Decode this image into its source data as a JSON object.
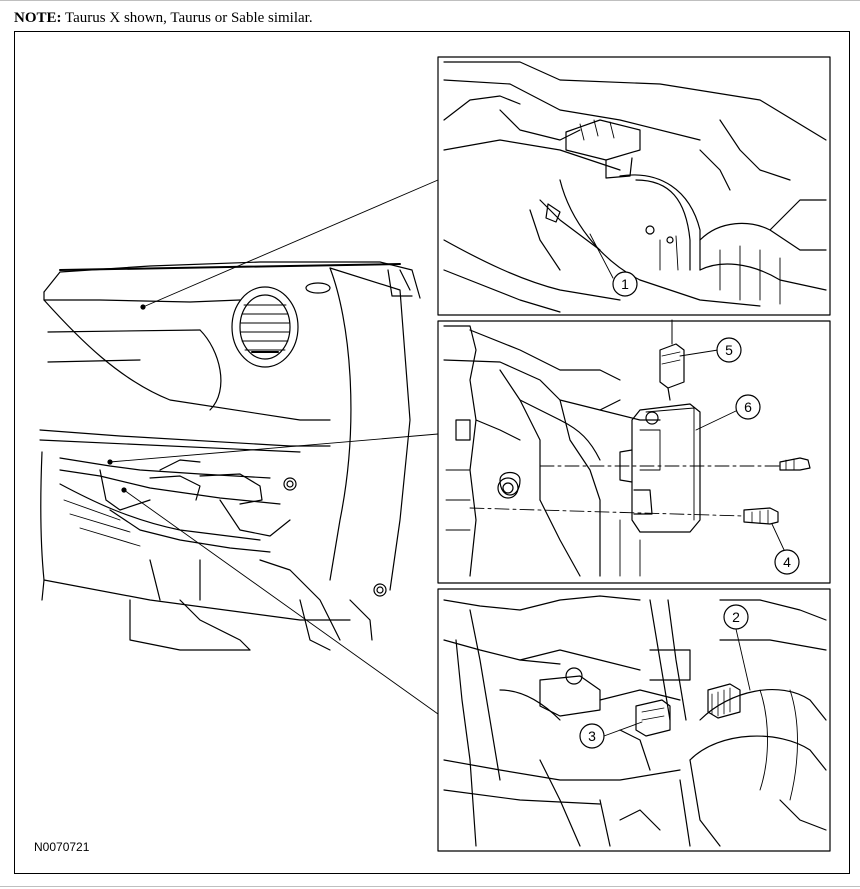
{
  "note": {
    "label": "NOTE:",
    "text": "Taurus X shown, Taurus or Sable similar."
  },
  "figure_id": "N0070721",
  "callouts": [
    "1",
    "2",
    "3",
    "4",
    "5",
    "6"
  ]
}
